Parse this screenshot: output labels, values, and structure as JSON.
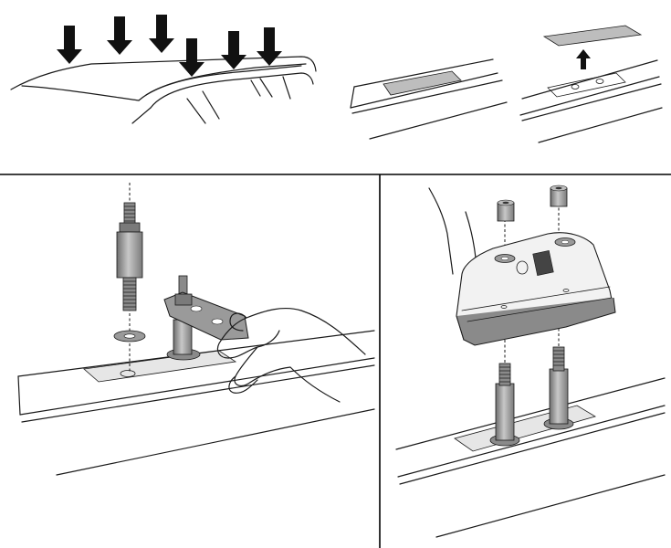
{
  "figure": {
    "description_colors": {
      "line": "#1a1a1a",
      "pad_fill": "#bdbdbd",
      "metal_fill": "#9a9a9a",
      "metal_dark": "#6e6e6e",
      "background": "#ffffff"
    },
    "panels": [
      {
        "id": "step-1",
        "icon": "roof-press-arrows-illustration"
      },
      {
        "id": "step-2",
        "icon": "rail-pad-illustration"
      },
      {
        "id": "step-3",
        "icon": "pad-removal-illustration"
      },
      {
        "id": "step-4",
        "icon": "bolt-and-wrench-illustration"
      },
      {
        "id": "step-5",
        "icon": "foot-mounting-illustration"
      }
    ]
  }
}
